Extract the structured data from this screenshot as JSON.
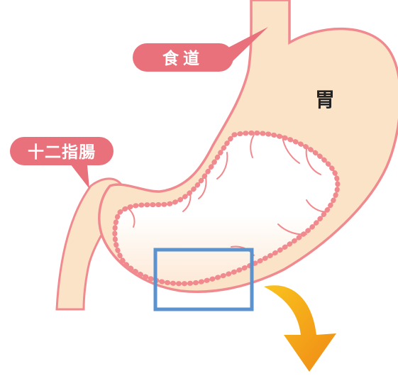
{
  "labels": {
    "esophagus": "食道",
    "stomach": "胃",
    "duodenum": "十二指腸"
  },
  "colors": {
    "tissue_fill": "#fbe3c8",
    "tissue_outline": "#f08a8f",
    "inner_lining": "#ffffff",
    "label_bg": "#e9717b",
    "label_text": "#ffffff",
    "highlight_box": "#5b93cf",
    "arrow_start": "#f9c31d",
    "arrow_end": "#f08a16"
  },
  "icons": {
    "arrow": "curved-down-arrow-icon"
  }
}
